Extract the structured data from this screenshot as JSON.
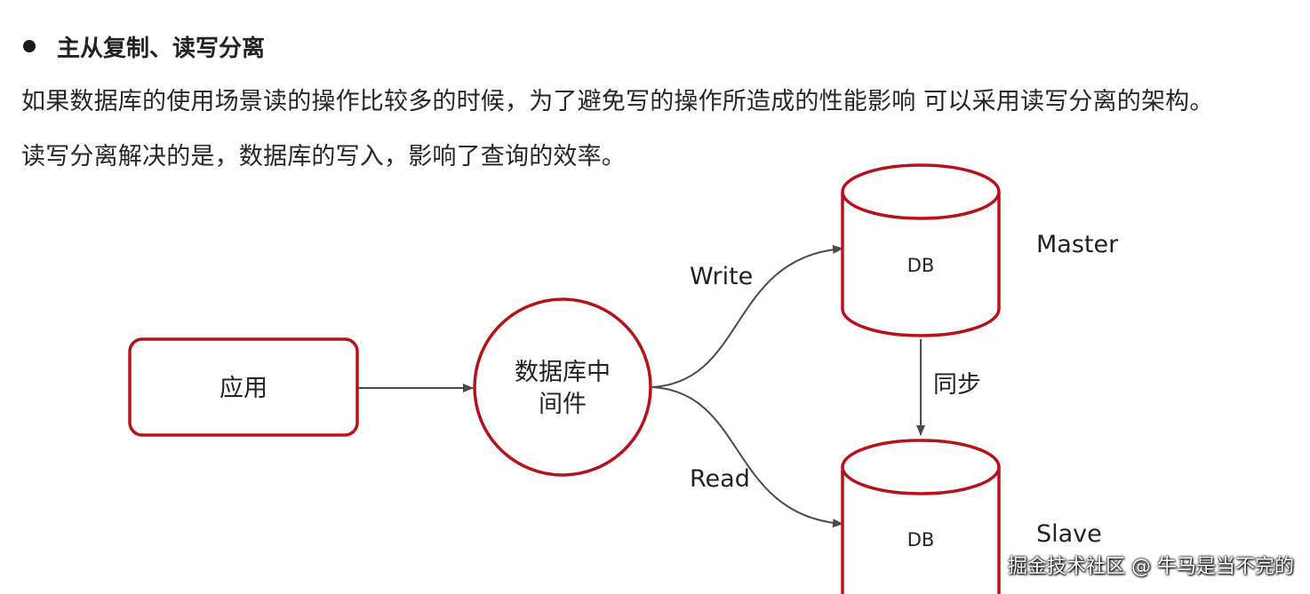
{
  "heading": "主从复制、读写分离",
  "paragraphs": [
    "如果数据库的使用场景读的操作比较多的时候，为了避免写的操作所造成的性能影响 可以采用读写分离的架构。",
    "读写分离解决的是，数据库的写入，影响了查询的效率。"
  ],
  "diagram": {
    "app_label": "应用",
    "middleware_line1": "数据库中",
    "middleware_line2": "间件",
    "write_label": "Write",
    "read_label": "Read",
    "master_db_label": "DB",
    "master_name": "Master",
    "slave_db_label": "DB",
    "slave_name": "Slave",
    "sync_label": "同步",
    "colors": {
      "shape_stroke": "#b5121b",
      "arrow": "#4a4a4a"
    }
  },
  "watermark": "掘金技术社区 @ 牛马是当不完的"
}
